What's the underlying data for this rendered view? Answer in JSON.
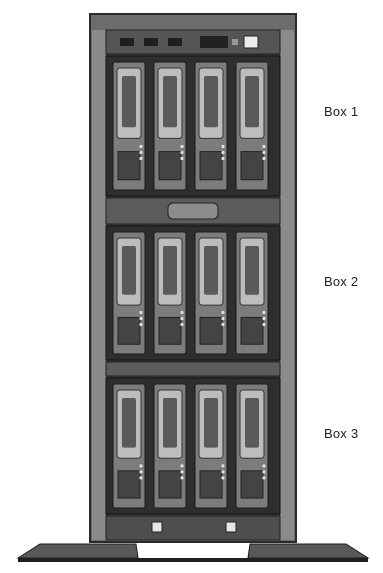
{
  "labels": {
    "box1": "Box 1",
    "box2": "Box 2",
    "box3": "Box 3"
  },
  "bays": {
    "box1": [
      "drive-bay",
      "drive-bay",
      "drive-bay",
      "drive-bay"
    ],
    "box2": [
      "drive-bay",
      "drive-bay",
      "drive-bay",
      "drive-bay"
    ],
    "box3": [
      "drive-bay",
      "drive-bay",
      "drive-bay",
      "drive-bay"
    ]
  },
  "colors": {
    "chassis": "#6f6f6f",
    "chassis_dark": "#2e2e2e",
    "drive_body": "#7c7c7c",
    "drive_light": "#bdbdbd",
    "background": "#ffffff"
  }
}
